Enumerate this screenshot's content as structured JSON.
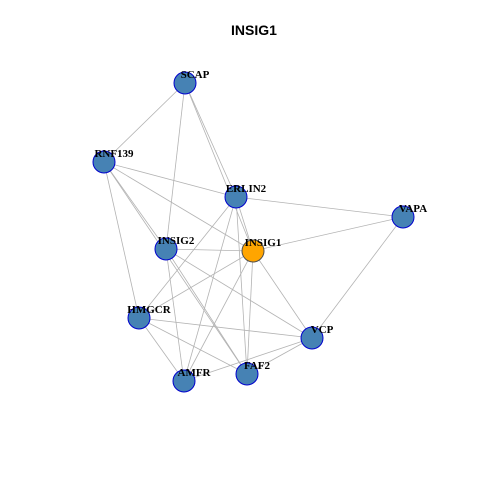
{
  "title": "INSIG1",
  "colors": {
    "edge": "#b3b3b3",
    "node_default_fill": "#4682b4",
    "node_default_stroke": "#0000cd",
    "node_focus_fill": "#ffa500",
    "node_focus_stroke": "#4d4d4d",
    "label": "#000000"
  },
  "nodes": [
    {
      "id": "SCAP",
      "label": "SCAP",
      "focus": false
    },
    {
      "id": "RNF139",
      "label": "RNF139",
      "focus": false
    },
    {
      "id": "ERLIN2",
      "label": "ERLIN2",
      "focus": false
    },
    {
      "id": "VAPA",
      "label": "VAPA",
      "focus": false
    },
    {
      "id": "INSIG2",
      "label": "INSIG2",
      "focus": false
    },
    {
      "id": "INSIG1",
      "label": "INSIG1",
      "focus": true
    },
    {
      "id": "HMGCR",
      "label": "HMGCR",
      "focus": false
    },
    {
      "id": "VCP",
      "label": "VCP",
      "focus": false
    },
    {
      "id": "FAF2",
      "label": "FAF2",
      "focus": false
    },
    {
      "id": "AMFR",
      "label": "AMFR",
      "focus": false
    }
  ],
  "edges": [
    [
      "SCAP",
      "RNF139"
    ],
    [
      "SCAP",
      "ERLIN2"
    ],
    [
      "SCAP",
      "INSIG1"
    ],
    [
      "SCAP",
      "INSIG2"
    ],
    [
      "RNF139",
      "ERLIN2"
    ],
    [
      "RNF139",
      "INSIG1"
    ],
    [
      "RNF139",
      "INSIG2"
    ],
    [
      "RNF139",
      "HMGCR"
    ],
    [
      "RNF139",
      "FAF2"
    ],
    [
      "ERLIN2",
      "VAPA"
    ],
    [
      "ERLIN2",
      "INSIG1"
    ],
    [
      "ERLIN2",
      "HMGCR"
    ],
    [
      "ERLIN2",
      "AMFR"
    ],
    [
      "ERLIN2",
      "FAF2"
    ],
    [
      "VAPA",
      "INSIG1"
    ],
    [
      "VAPA",
      "VCP"
    ],
    [
      "INSIG2",
      "INSIG1"
    ],
    [
      "INSIG2",
      "VCP"
    ],
    [
      "INSIG2",
      "FAF2"
    ],
    [
      "INSIG2",
      "AMFR"
    ],
    [
      "INSIG1",
      "HMGCR"
    ],
    [
      "INSIG1",
      "VCP"
    ],
    [
      "INSIG1",
      "FAF2"
    ],
    [
      "INSIG1",
      "AMFR"
    ],
    [
      "HMGCR",
      "VCP"
    ],
    [
      "HMGCR",
      "FAF2"
    ],
    [
      "HMGCR",
      "AMFR"
    ],
    [
      "VCP",
      "AMFR"
    ],
    [
      "VCP",
      "FAF2"
    ]
  ]
}
